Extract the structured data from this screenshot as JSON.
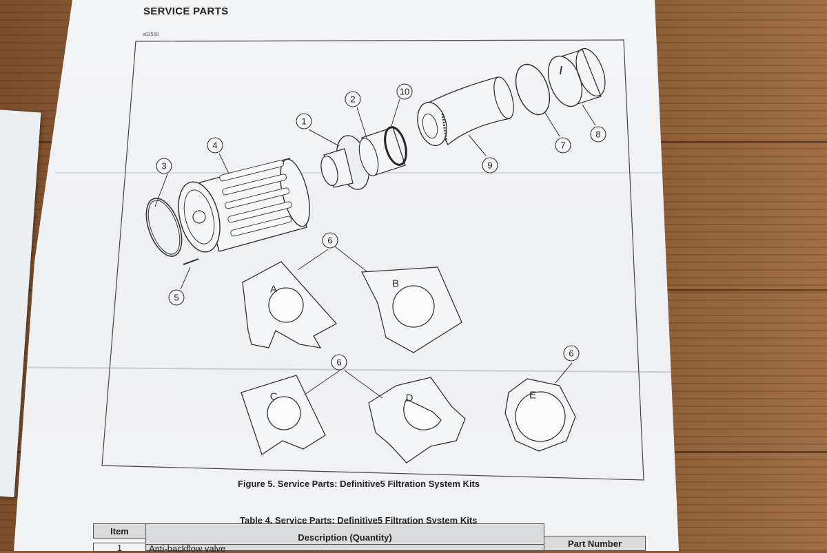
{
  "page": {
    "heading": "SERVICE PARTS",
    "figure_id": "a02568",
    "figure_caption": "Figure 5. Service Parts: Definitive5 Filtration System Kits",
    "table_title": "Table 4. Service Parts: Definitive5 Filtration System Kits"
  },
  "callouts": [
    "1",
    "2",
    "3",
    "4",
    "5",
    "6",
    "7",
    "8",
    "9",
    "10"
  ],
  "plate_letters": [
    "A",
    "B",
    "C",
    "D",
    "E"
  ],
  "table": {
    "headers": {
      "item": "Item",
      "description": "Description (Quantity)",
      "part_number": "Part Number"
    },
    "rows": [
      {
        "item": "1",
        "description": "Anti-backflow valve"
      }
    ]
  }
}
